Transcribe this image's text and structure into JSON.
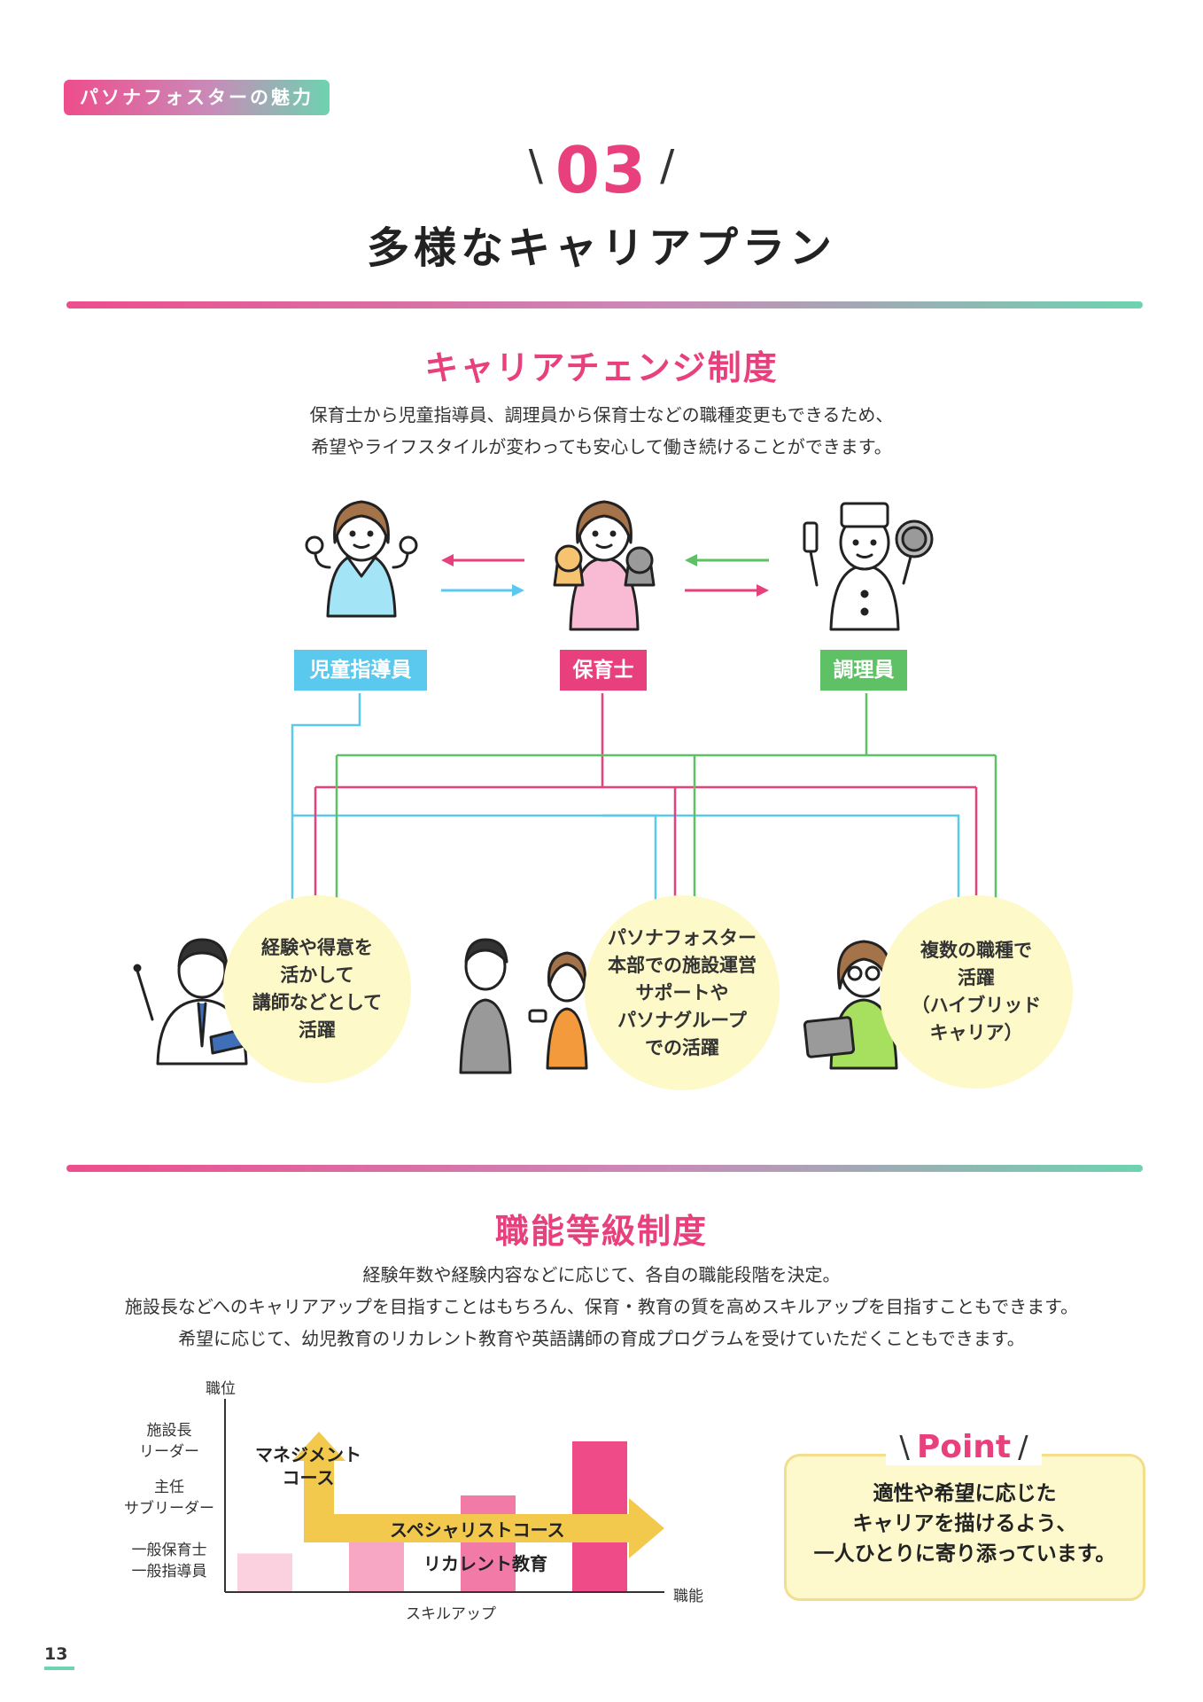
{
  "header": {
    "badge": "パソナフォスターの魅力",
    "number": "03",
    "slash_left": "\\",
    "slash_right": "/",
    "title": "多様なキャリアプラン"
  },
  "career_change": {
    "title": "キャリアチェンジ制度",
    "desc_line1": "保育士から児童指導員、調理員から保育士などの職種変更もできるため、",
    "desc_line2": "希望やライフスタイルが変わっても安心して働き続けることができます。",
    "roles": [
      {
        "label": "児童指導員",
        "color": "#5bc8ee"
      },
      {
        "label": "保育士",
        "color": "#e8407d"
      },
      {
        "label": "調理員",
        "color": "#5fc165"
      }
    ],
    "outcomes": [
      {
        "text": "経験や得意を\n活かして\n講師などとして\n活躍"
      },
      {
        "text": "パソナフォスター\n本部での施設運営\nサポートや\nパソナグループ\nでの活躍"
      },
      {
        "text": "複数の職種で\n活躍\n（ハイブリッド\nキャリア）"
      }
    ]
  },
  "grade_system": {
    "title": "職能等級制度",
    "desc_line1": "経験年数や経験内容などに応じて、各自の職能段階を決定。",
    "desc_line2": "施設長などへのキャリアアップを目指すことはもちろん、保育・教育の質を高めスキルアップを目指すこともできます。",
    "desc_line3": "希望に応じて、幼児教育のリカレント教育や英語講師の育成プログラムを受けていただくこともできます。",
    "chart": {
      "y_axis_label": "職位",
      "x_axis_label": "職能",
      "x_caption": "スキルアップ",
      "levels": [
        {
          "line1": "施設長",
          "line2": "リーダー"
        },
        {
          "line1": "主任",
          "line2": "サブリーダー"
        },
        {
          "line1": "一般保育士",
          "line2": "一般指導員"
        }
      ],
      "management_course": "マネジメント\nコース",
      "specialist_course": "スペシャリストコース",
      "recurrent": "リカレント教育",
      "bar_colors": [
        "#fbd0df",
        "#f7a6c3",
        "#f27aa6",
        "#ef4b89"
      ],
      "bar_levels": [
        0.2,
        0.3,
        0.5,
        0.78
      ],
      "arrow_color": "#f2c94c"
    }
  },
  "point": {
    "title": "Point",
    "line1": "適性や希望に応じた",
    "line2": "キャリアを描けるよう、",
    "line3": "一人ひとりに寄り添っています。"
  },
  "page_number": "13",
  "colors": {
    "accent": "#e8407d",
    "green": "#5fc165",
    "blue": "#5bc8ee",
    "bubble": "#fef9c8"
  }
}
